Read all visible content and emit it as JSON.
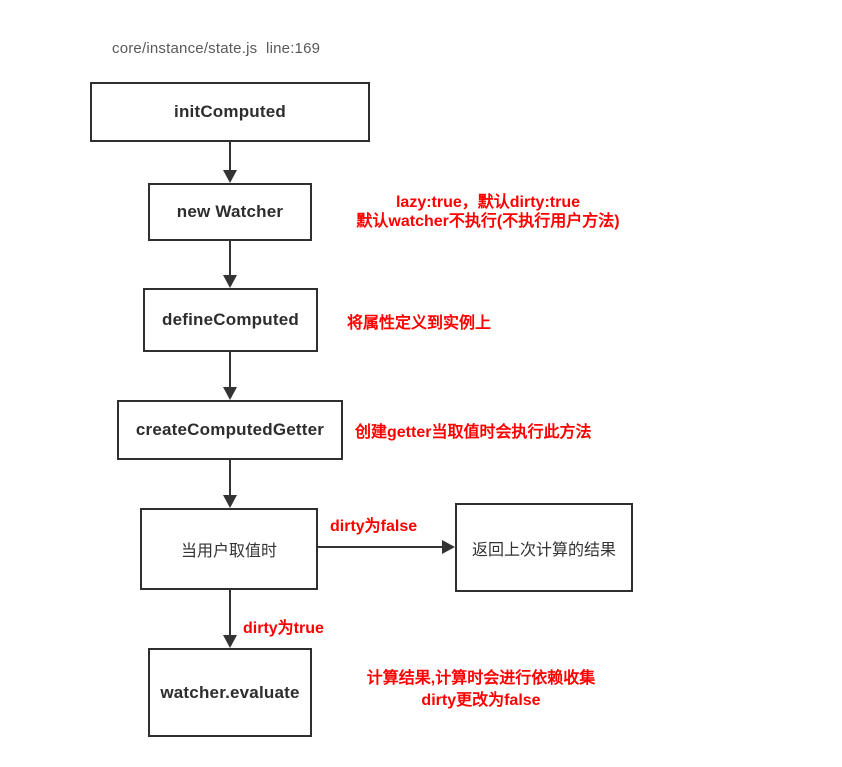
{
  "title": "core/instance/state.js  line:169",
  "colors": {
    "annotation_red": "#ff0000",
    "box_border": "#2f2f2f",
    "box_text": "#333333",
    "title_gray": "#595959",
    "arrow": "#333333",
    "background": "#ffffff"
  },
  "nodes": [
    {
      "label": "initComputed"
    },
    {
      "label": "new Watcher"
    },
    {
      "label": "defineComputed"
    },
    {
      "label": "createComputedGetter"
    },
    {
      "label": "当用户取值时"
    },
    {
      "label": "返回上次计算的结果"
    },
    {
      "label": "watcher.evaluate"
    }
  ],
  "edge_labels": {
    "to_cached_result": "dirty为false",
    "to_evaluate": "dirty为true"
  },
  "annotations": {
    "new_watcher_line1": "lazy:true，默认dirty:true",
    "new_watcher_line2": "默认watcher不执行(不执行用户方法)",
    "define_computed": "将属性定义到实例上",
    "create_computed_getter": "创建getter当取值时会执行此方法",
    "evaluate_line1": "计算结果,计算时会进行依赖收集",
    "evaluate_line2": "dirty更改为false"
  }
}
